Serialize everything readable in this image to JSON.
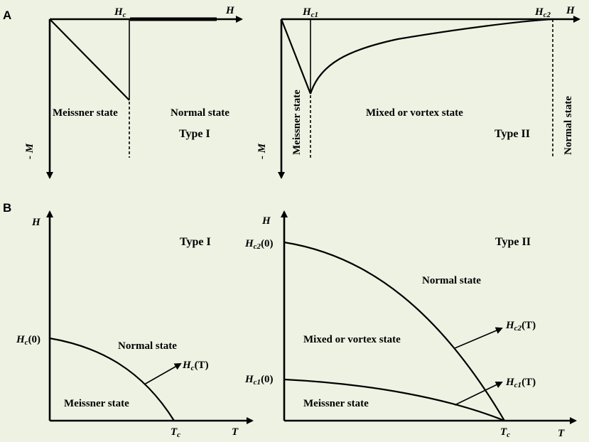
{
  "panel_a": {
    "letter": "A",
    "type1": {
      "axis_h": "H",
      "axis_m": "- M",
      "hc": "H",
      "hc_sub": "c",
      "meissner": "Meissner state",
      "normal": "Normal state",
      "type_label": "Type  I"
    },
    "type2": {
      "axis_h": "H",
      "axis_m": "- M",
      "hc1": "H",
      "hc1_sub": "c1",
      "hc2": "H",
      "hc2_sub": "c2",
      "meissner": "Meissner state",
      "mixed": "Mixed or vortex state",
      "normal": "Normal state",
      "type_label": "Type  II"
    }
  },
  "panel_b": {
    "letter": "B",
    "type1": {
      "axis_h": "H",
      "axis_t": "T",
      "hc0": "H",
      "hc0_sub": "c",
      "hc0_tail": "(0)",
      "tc": "T",
      "tc_sub": "c",
      "hct": "H",
      "hct_sub": "c",
      "hct_tail": "(T)",
      "normal": "Normal state",
      "meissner": "Meissner state",
      "type_label": "Type  I"
    },
    "type2": {
      "axis_h": "H",
      "axis_t": "T",
      "hc20": "H",
      "hc20_sub": "c2",
      "hc20_tail": "(0)",
      "hc10": "H",
      "hc10_sub": "c1",
      "hc10_tail": "(0)",
      "tc": "T",
      "tc_sub": "c",
      "hc2t": "H",
      "hc2t_sub": "c2",
      "hc2t_tail": "(T)",
      "hc1t": "H",
      "hc1t_sub": "c1",
      "hc1t_tail": "(T)",
      "normal": "Normal state",
      "mixed": "Mixed or vortex state",
      "meissner": "Meissner state",
      "type_label": "Type  II"
    }
  },
  "colors": {
    "background": "#eef2e3",
    "type_label": "#1f1fd6",
    "ink": "#000000"
  }
}
